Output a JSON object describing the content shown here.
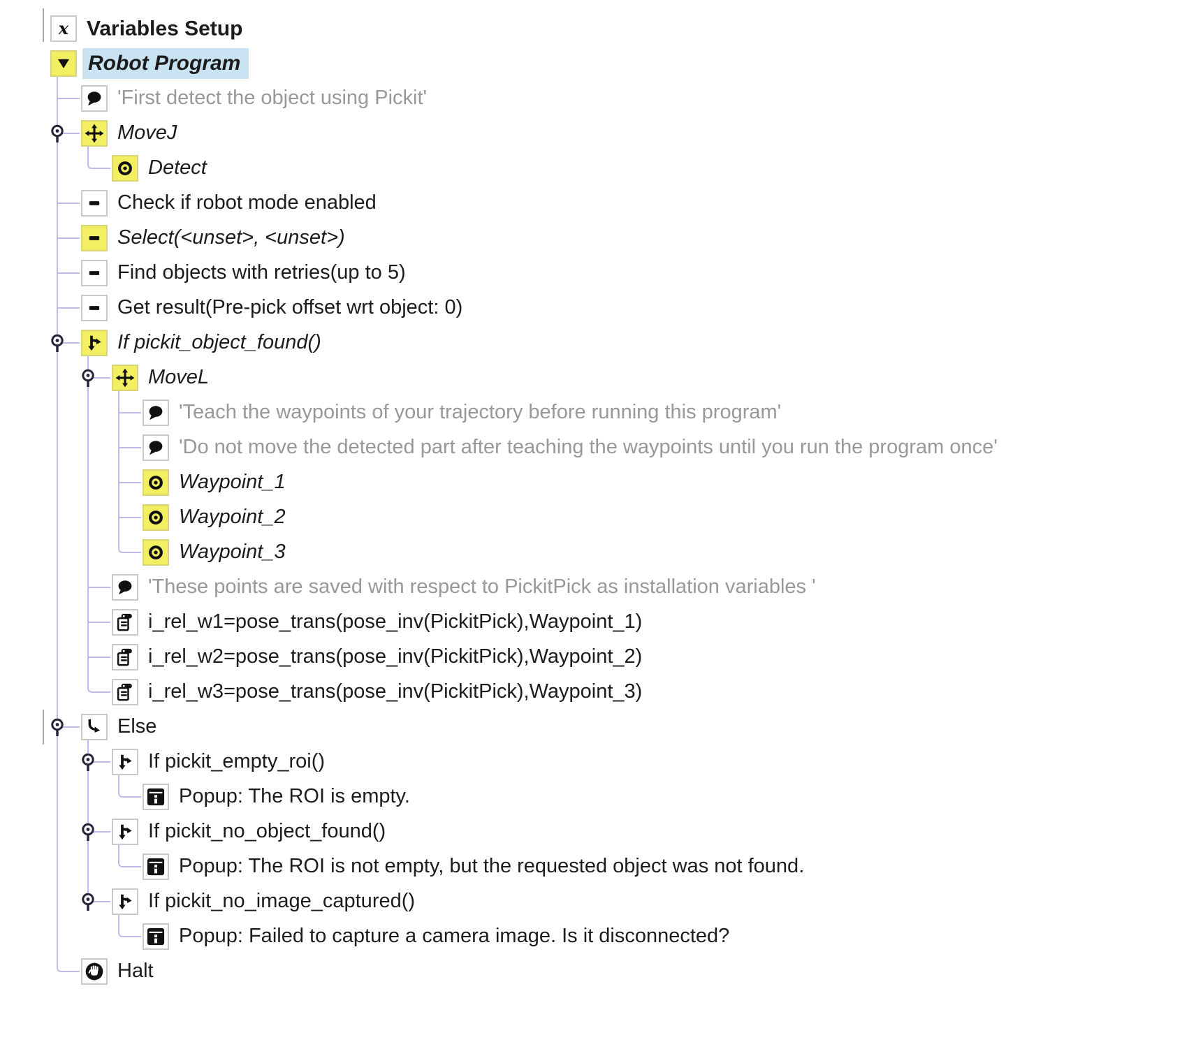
{
  "app": {
    "view": "polyscope-program-tree"
  },
  "colors": {
    "selected_highlight": "#c9e3f3",
    "attention_yellow": "#f3ef63",
    "tree_line": "#bcbce9",
    "comment_text": "#989898"
  },
  "tree": {
    "rows": [
      {
        "label": "Variables Setup",
        "icon": "variables-icon",
        "level": 0,
        "style": "bold"
      },
      {
        "label": "Robot Program",
        "icon": "program-root-icon",
        "level": 0,
        "style": "bold-italic",
        "yellow": true,
        "selected": true
      },
      {
        "label": "'First detect the object using Pickit'",
        "icon": "comment-icon",
        "level": 1,
        "style": "comment"
      },
      {
        "label": "MoveJ",
        "icon": "move-icon",
        "level": 1,
        "style": "italic",
        "yellow": true,
        "pin": true
      },
      {
        "label": "Detect",
        "icon": "waypoint-icon",
        "level": 2,
        "style": "italic",
        "yellow": true
      },
      {
        "label": "Check if robot mode enabled",
        "icon": "statement-icon",
        "level": 1
      },
      {
        "label": "Select(<unset>, <unset>)",
        "icon": "statement-icon",
        "level": 1,
        "style": "italic",
        "yellow": true
      },
      {
        "label": "Find objects with retries(up to 5)",
        "icon": "statement-icon",
        "level": 1
      },
      {
        "label": "Get result(Pre-pick offset wrt object: 0)",
        "icon": "statement-icon",
        "level": 1
      },
      {
        "label": "If pickit_object_found()",
        "icon": "if-icon",
        "level": 1,
        "style": "italic",
        "yellow": true,
        "pin": true
      },
      {
        "label": "MoveL",
        "icon": "move-icon",
        "level": 2,
        "style": "italic",
        "yellow": true,
        "pin": true
      },
      {
        "label": "'Teach the waypoints of your trajectory before running this program'",
        "icon": "comment-icon",
        "level": 3,
        "style": "comment"
      },
      {
        "label": "'Do not move the detected part after teaching the waypoints until you run the program once'",
        "icon": "comment-icon",
        "level": 3,
        "style": "comment"
      },
      {
        "label": "Waypoint_1",
        "icon": "waypoint-icon",
        "level": 3,
        "style": "italic",
        "yellow": true
      },
      {
        "label": "Waypoint_2",
        "icon": "waypoint-icon",
        "level": 3,
        "style": "italic",
        "yellow": true
      },
      {
        "label": "Waypoint_3",
        "icon": "waypoint-icon",
        "level": 3,
        "style": "italic",
        "yellow": true
      },
      {
        "label": "'These points are saved with respect to PickitPick as installation variables '",
        "icon": "comment-icon",
        "level": 2,
        "style": "comment"
      },
      {
        "label": "i_rel_w1=pose_trans(pose_inv(PickitPick),Waypoint_1)",
        "icon": "script-icon",
        "level": 2
      },
      {
        "label": "i_rel_w2=pose_trans(pose_inv(PickitPick),Waypoint_2)",
        "icon": "script-icon",
        "level": 2
      },
      {
        "label": "i_rel_w3=pose_trans(pose_inv(PickitPick),Waypoint_3)",
        "icon": "script-icon",
        "level": 2
      },
      {
        "label": "Else",
        "icon": "else-icon",
        "level": 1,
        "pin": true
      },
      {
        "label": "If pickit_empty_roi()",
        "icon": "if-icon",
        "level": 2,
        "pin": true
      },
      {
        "label": "Popup: The ROI is empty.",
        "icon": "popup-icon",
        "level": 3
      },
      {
        "label": "If pickit_no_object_found()",
        "icon": "if-icon",
        "level": 2,
        "pin": true
      },
      {
        "label": "Popup: The ROI is not empty, but the requested object was not found.",
        "icon": "popup-icon",
        "level": 3
      },
      {
        "label": "If pickit_no_image_captured()",
        "icon": "if-icon",
        "level": 2,
        "pin": true
      },
      {
        "label": "Popup: Failed to capture a camera image. Is it disconnected?",
        "icon": "popup-icon",
        "level": 3
      },
      {
        "label": "Halt",
        "icon": "halt-icon",
        "level": 1
      }
    ]
  }
}
